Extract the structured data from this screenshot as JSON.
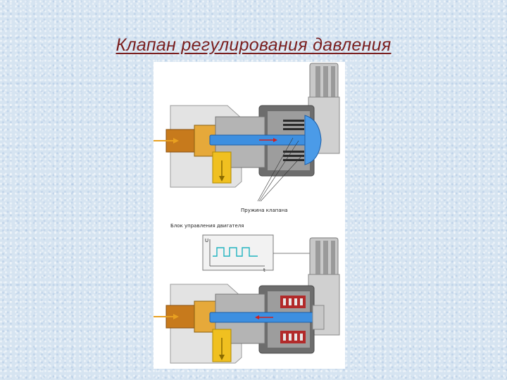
{
  "slide": {
    "title": "Клапан регулирования давления"
  },
  "diagram": {
    "label_spring": "Пружина клапана",
    "label_ecu": "Блок управления двигателя",
    "axis_u": "U",
    "axis_t": "t"
  }
}
